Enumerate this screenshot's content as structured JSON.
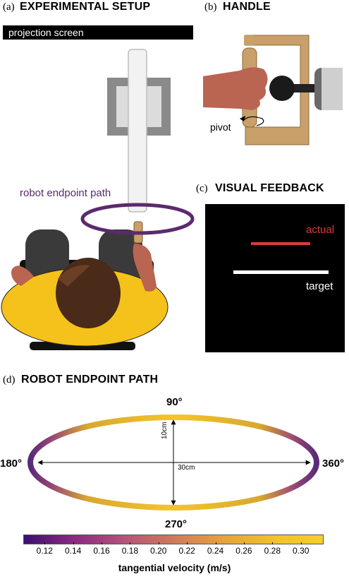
{
  "panel_a": {
    "label": "(a)",
    "title": "EXPERIMENTAL SETUP",
    "projection_label": "projection screen",
    "path_label": "robot endpoint path",
    "path_color": "#5b2a6e"
  },
  "panel_b": {
    "label": "(b)",
    "title": "HANDLE",
    "pivot_label": "pivot",
    "frame_color": "#c9a06a"
  },
  "panel_c": {
    "label": "(c)",
    "title": "VISUAL FEEDBACK",
    "actual_label": "actual",
    "target_label": "target",
    "actual_color": "#d63c3c",
    "target_color": "#ffffff"
  },
  "panel_d": {
    "label": "(d)",
    "title": "ROBOT ENDPOINT PATH",
    "angles": {
      "top": "90°",
      "left": "180°",
      "right": "360°",
      "bottom": "270°"
    },
    "dim_vertical": "10cm",
    "dim_horizontal": "30cm",
    "colorbar": {
      "ticks": [
        "0.12",
        "0.14",
        "0.16",
        "0.18",
        "0.20",
        "0.22",
        "0.24",
        "0.26",
        "0.28",
        "0.30"
      ],
      "label": "tangential velocity (m/s)",
      "min": 0.105,
      "max": 0.315,
      "colors": [
        "#3b0f70",
        "#8c2981",
        "#b5527a",
        "#d07a5a",
        "#e6a23c",
        "#f2c12a",
        "#f6cd2d"
      ]
    }
  }
}
